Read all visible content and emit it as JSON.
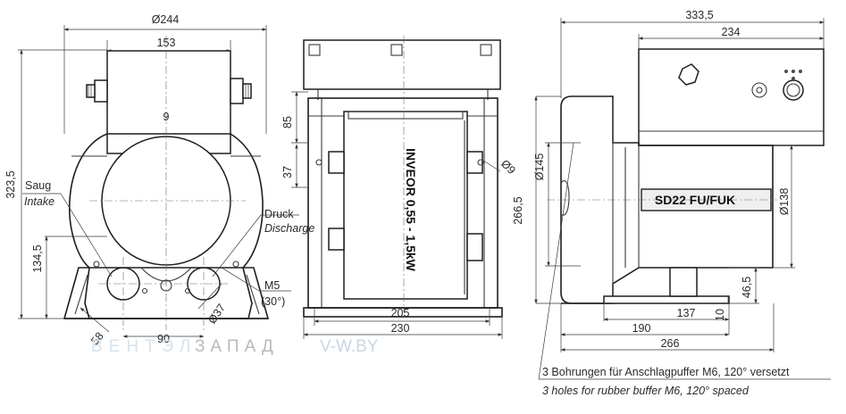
{
  "drawing": {
    "front_view": {
      "dim_overall_width": "Ø244",
      "dim_terminal_box_width": "153",
      "dim_offset": "9",
      "dim_total_height": "323,5",
      "dim_axis_height": "134,5",
      "dim_port_width": "58",
      "dim_port_spacing": "90",
      "dim_port_diameter": "Ø37",
      "label_intake_de": "Saug",
      "label_intake_en": "Intake",
      "label_discharge_de": "Druck",
      "label_discharge_en": "Discharge",
      "label_thread": "M5",
      "label_thread_angle": "(30°)"
    },
    "side_view": {
      "dim_upper": "85",
      "dim_lower": "37",
      "dim_hole": "Ø9",
      "dim_foot_width": "205",
      "dim_base_width": "230",
      "motor_label": "INVEOR 0,55 - 1,5kW"
    },
    "rear_view": {
      "dim_total_length": "333,5",
      "dim_box_length": "234",
      "dim_motor_dia": "Ø145",
      "dim_height": "266,5",
      "dim_housing_dia": "Ø138",
      "dim_46": "46,5",
      "dim_137": "137",
      "dim_10": "10",
      "dim_190": "190",
      "dim_266": "266",
      "model_label": "SD22 FU/FUK"
    },
    "note_de": "3 Bohrungen für Anschlagpuffer M6, 120° versetzt",
    "note_en": "3 holes for rubber buffer M6, 120° spaced",
    "watermark_left": "ВЕНТЭЛ",
    "watermark_mid": "ЗАПАД",
    "watermark_right": "V-W.BY"
  }
}
